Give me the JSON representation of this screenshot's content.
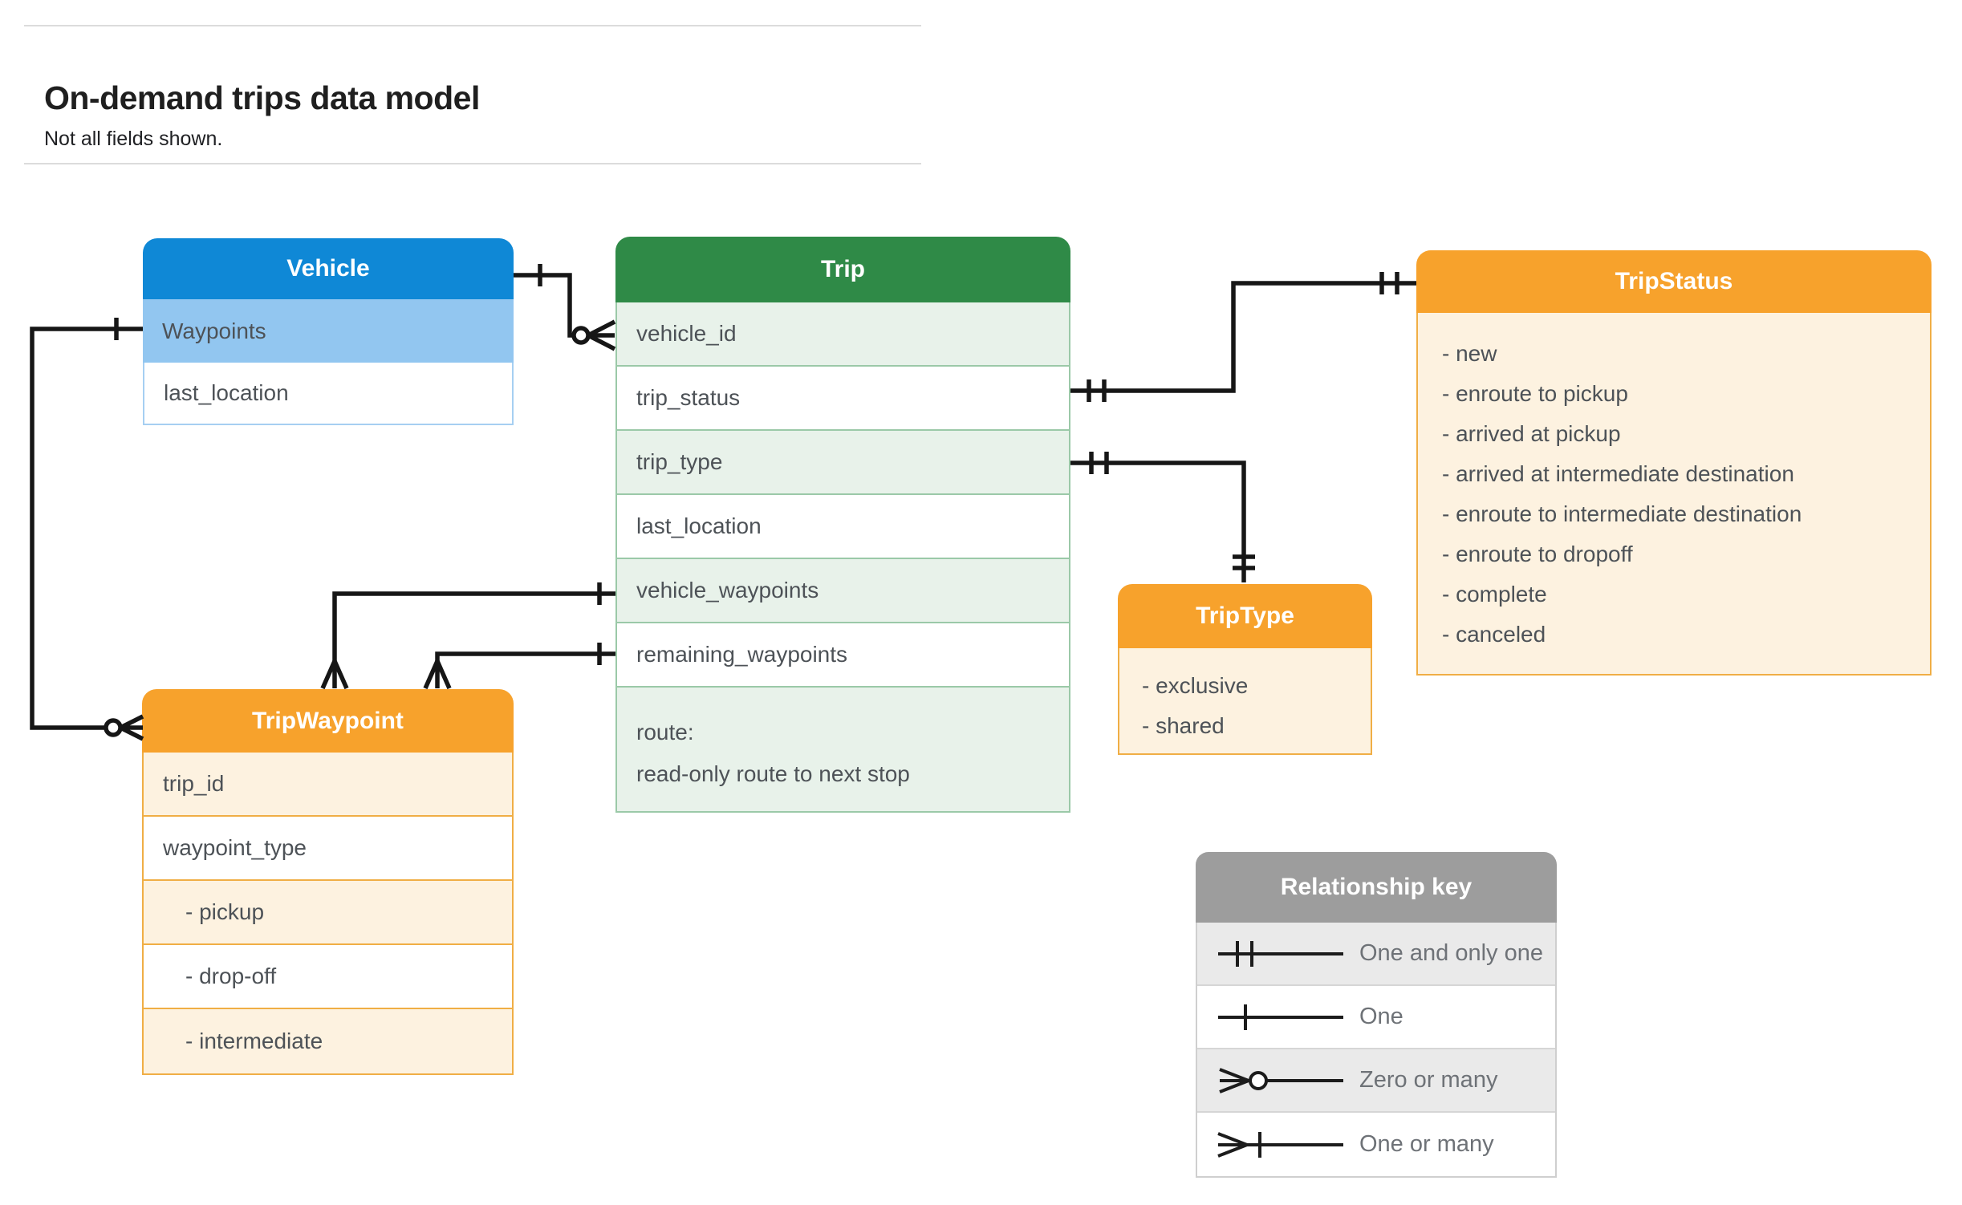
{
  "page": {
    "title": "On-demand trips data model",
    "subtitle": "Not all fields shown."
  },
  "tables": {
    "vehicle": {
      "title": "Vehicle",
      "rows": [
        "Waypoints",
        "last_location"
      ]
    },
    "trip": {
      "title": "Trip",
      "rows": [
        "vehicle_id",
        "trip_status",
        "trip_type",
        "last_location",
        "vehicle_waypoints",
        "remaining_waypoints"
      ],
      "route": {
        "line1": "route:",
        "line2": "read-only route to next stop"
      }
    },
    "trip_status": {
      "title": "TripStatus",
      "items": [
        "- new",
        "- enroute to pickup",
        "- arrived at pickup",
        "- arrived at intermediate destination",
        "- enroute to intermediate destination",
        "- enroute to dropoff",
        "- complete",
        "- canceled"
      ]
    },
    "trip_type": {
      "title": "TripType",
      "items": [
        "- exclusive",
        "- shared"
      ]
    },
    "trip_waypoint": {
      "title": "TripWaypoint",
      "rows": [
        "trip_id",
        "waypoint_type",
        "- pickup",
        "- drop-off",
        "- intermediate"
      ]
    }
  },
  "legend": {
    "title": "Relationship key",
    "entries": [
      {
        "symbol": "one-and-only-one-icon",
        "label": "One and only one"
      },
      {
        "symbol": "one-icon",
        "label": "One"
      },
      {
        "symbol": "zero-or-many-icon",
        "label": "Zero or many"
      },
      {
        "symbol": "one-or-many-icon",
        "label": "One or many"
      }
    ]
  },
  "colors": {
    "vehicle_header": "#0f88d6",
    "vehicle_highlight_row": "#92c6f0",
    "trip_header": "#2f8a47",
    "trip_row_tint": "#e8f2ea",
    "orange_header": "#f7a22c",
    "orange_body": "#fdf2e0",
    "key_header": "#9d9d9d",
    "key_row_tint": "#eaeaea",
    "connector_line": "#161616"
  }
}
